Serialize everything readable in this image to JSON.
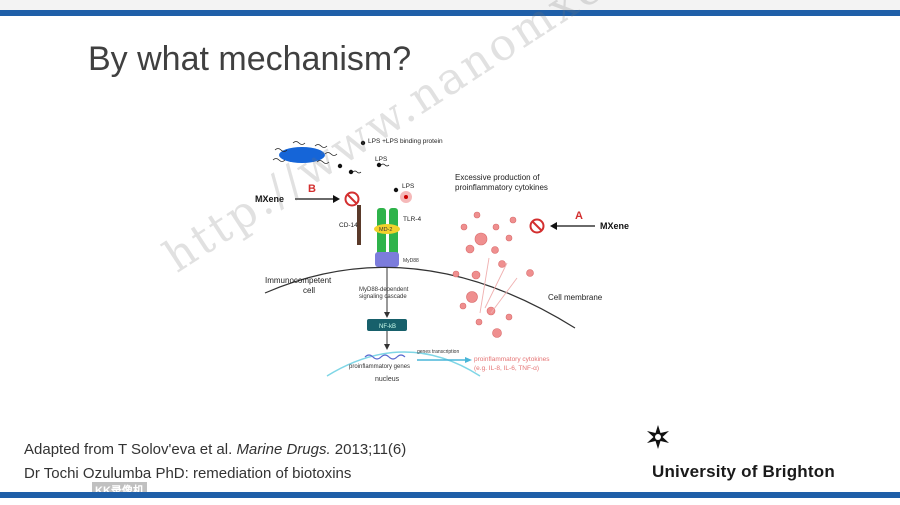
{
  "slide": {
    "title": "By what mechanism?",
    "caption_line1_prefix": "Adapted from T Solov'eva et al. ",
    "caption_line1_journal": "Marine Drugs.",
    "caption_line1_suffix": " 2013;11(6)",
    "caption_line2": "Dr Tochi Ozulumba PhD: remediation of biotoxins",
    "university": "University of Brighton",
    "watermark": "http://www.nanomxenes.com",
    "recorder_label": "KK录像机",
    "accent_color": "#1f5fa8"
  },
  "diagram": {
    "lps_binding_protein": "LPS +LPS binding protein",
    "lps": "LPS",
    "lps2": "LPS",
    "mxene_left": "MXene",
    "mxene_right": "MXene",
    "marker_b": "B",
    "marker_a": "A",
    "cd14": "CD-14",
    "tlr4": "TLR-4",
    "md2": "MD-2",
    "myd88": "MyD88",
    "excessive_line1": "Excessive production of",
    "excessive_line2": "proinflammatory cytokines",
    "immuno_line1": "Immunocompetent",
    "immuno_line2": "cell",
    "cell_membrane": "Cell membrane",
    "cascade_line1": "MyD88-dependent",
    "cascade_line2": "signaling cascade",
    "nfkb": "NF-kB",
    "genes_transcription": "genes transcription",
    "proinflammatory_genes": "proinflammatory genes",
    "nucleus": "nucleus",
    "cytokines_line1": "proinflammatory cytokines",
    "cytokines_line2": "(e.g. IL-8, IL-6, TNF-α)"
  }
}
